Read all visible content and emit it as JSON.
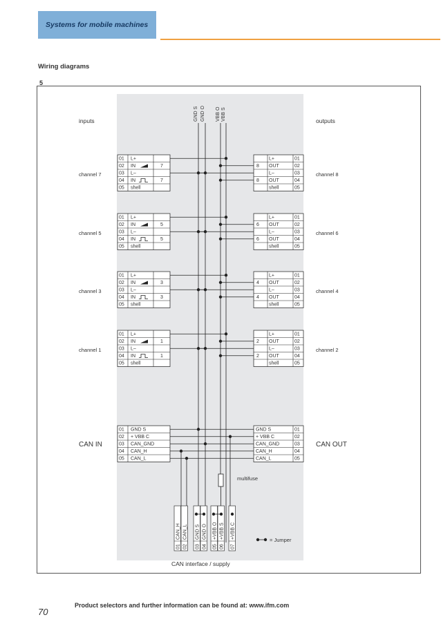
{
  "header": {
    "banner_text": "Systems for mobile machines"
  },
  "section_title": "Wiring diagrams",
  "figure_number": "5",
  "labels": {
    "inputs": "inputs",
    "outputs": "outputs",
    "can_in": "CAN IN",
    "can_out": "CAN OUT",
    "can_interface": "CAN interface / supply",
    "multifuse": "multifuse",
    "jumper": "= Jumper"
  },
  "bus_labels": [
    "GND S",
    "GND O",
    "VBB O",
    "VBB S"
  ],
  "input_channels": [
    {
      "name": "channel 7",
      "number": "7"
    },
    {
      "name": "channel 5",
      "number": "5"
    },
    {
      "name": "channel 3",
      "number": "3"
    },
    {
      "name": "channel 1",
      "number": "1"
    }
  ],
  "output_channels": [
    {
      "name": "channel 8",
      "number": "8"
    },
    {
      "name": "channel 6",
      "number": "6"
    },
    {
      "name": "channel 4",
      "number": "4"
    },
    {
      "name": "channel 2",
      "number": "2"
    }
  ],
  "input_pins": [
    {
      "pin": "01",
      "signal": "L+"
    },
    {
      "pin": "02",
      "signal": "IN"
    },
    {
      "pin": "03",
      "signal": "L–"
    },
    {
      "pin": "04",
      "signal": "IN"
    },
    {
      "pin": "05",
      "signal": "shell"
    }
  ],
  "output_pins": [
    {
      "pin": "01",
      "signal": "L+"
    },
    {
      "pin": "02",
      "signal": "OUT"
    },
    {
      "pin": "03",
      "signal": "L–"
    },
    {
      "pin": "04",
      "signal": "OUT"
    },
    {
      "pin": "05",
      "signal": "shell"
    }
  ],
  "can_pins": [
    {
      "pin": "01",
      "signal": "GND S"
    },
    {
      "pin": "02",
      "signal": "+ VBB C"
    },
    {
      "pin": "03",
      "signal": "CAN_GND"
    },
    {
      "pin": "04",
      "signal": "CAN_H"
    },
    {
      "pin": "05",
      "signal": "CAN_L"
    }
  ],
  "bottom_connector": [
    {
      "pin": "01",
      "signal": "CAN_H"
    },
    {
      "pin": "02",
      "signal": "CAN_L"
    },
    {
      "pin": "03",
      "signal": "GND S"
    },
    {
      "pin": "04",
      "signal": "GND O"
    },
    {
      "pin": "05",
      "signal": "+VBB O"
    },
    {
      "pin": "06",
      "signal": "+VBB S"
    },
    {
      "pin": "07",
      "signal": "+VBB C"
    }
  ],
  "footer": {
    "text": "Product selectors and further information can be found at: www.ifm.com",
    "page_number": "70"
  }
}
